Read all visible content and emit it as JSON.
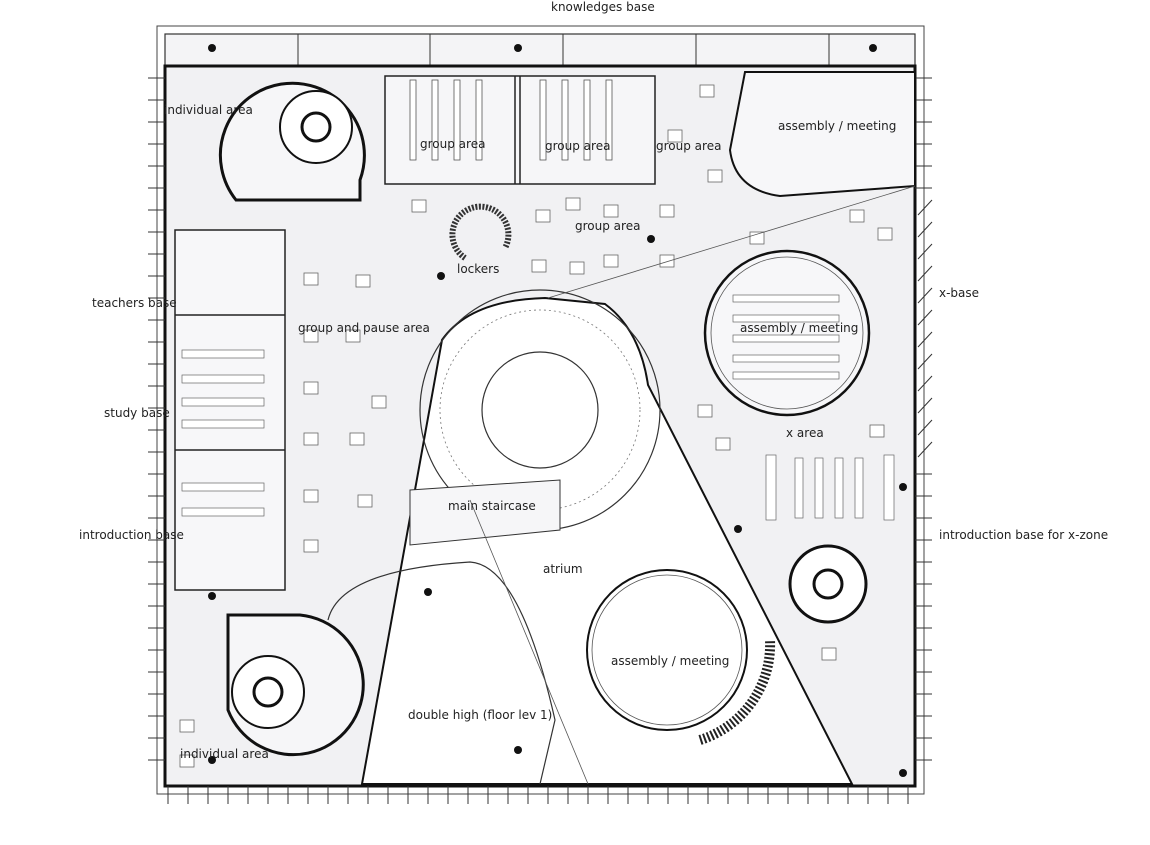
{
  "labels": {
    "knowledges_base": "knowledges base",
    "individual_area_top": "individual area",
    "group_area_1": "group area",
    "group_area_2": "group area",
    "group_area_3": "group area",
    "group_area_4": "group area",
    "assembly_meeting_top": "assembly / meeting",
    "lockers": "lockers",
    "teachers_base": "teachers base",
    "group_and_pause_area": "group and pause area",
    "x_base": "x-base",
    "assembly_meeting_mid": "assembly / meeting",
    "study_base": "study base",
    "x_area": "x area",
    "main_staircase": "main staircase",
    "introduction_base": "introduction base",
    "introduction_base_x_zone": "introduction base for x-zone",
    "atrium": "atrium",
    "assembly_meeting_bottom": "assembly / meeting",
    "double_high": "double high (floor lev 1)",
    "individual_area_bottom": "individual area"
  },
  "colors": {
    "floor": "#f1f1f3",
    "wall": "#111111",
    "line": "#555555",
    "furniture": "#666666"
  }
}
